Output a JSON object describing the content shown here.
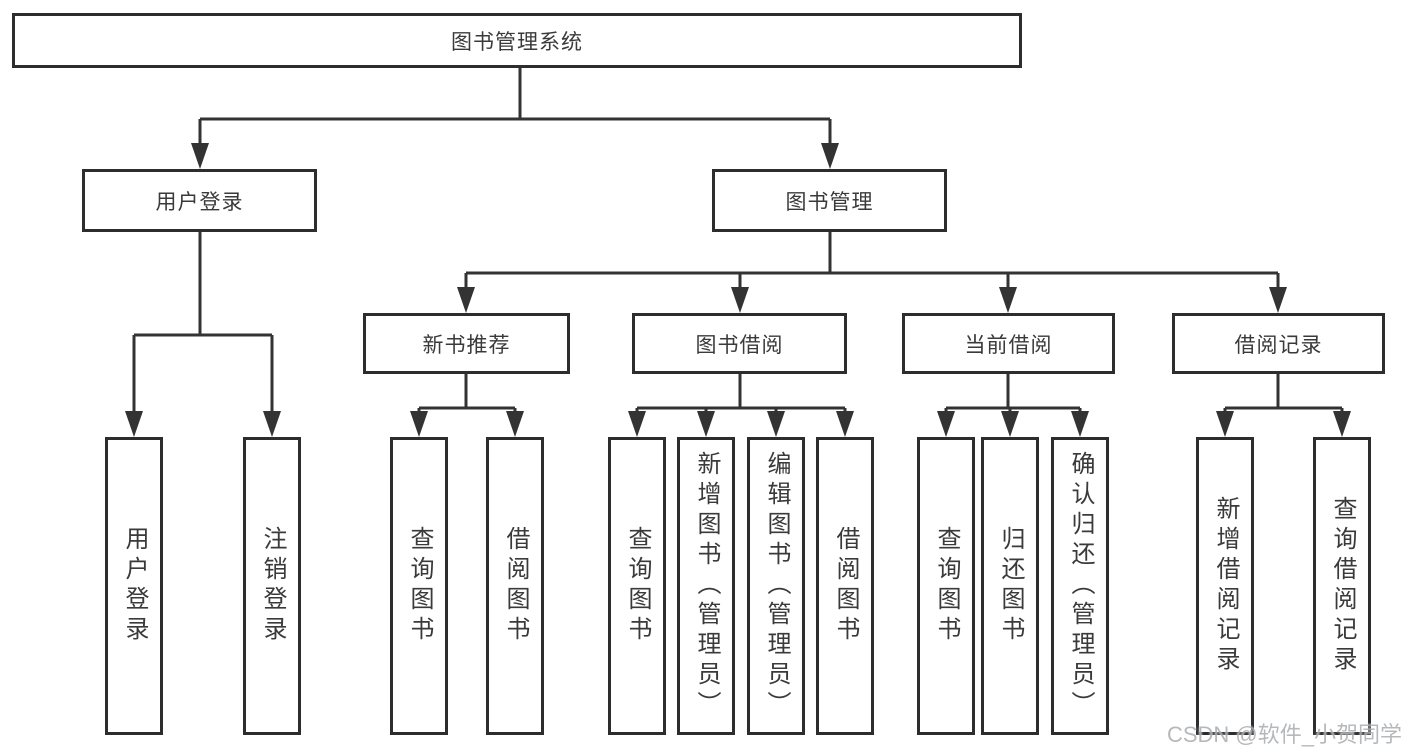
{
  "tree": {
    "root": "图书管理系统",
    "children": [
      {
        "label": "用户登录",
        "children": [
          "用户登录",
          "注销登录"
        ]
      },
      {
        "label": "图书管理",
        "children": [
          {
            "label": "新书推荐",
            "children": [
              "查询图书",
              "借阅图书"
            ]
          },
          {
            "label": "图书借阅",
            "children": [
              "查询图书",
              "新增图书（管理员）",
              "编辑图书（管理员）",
              "借阅图书"
            ]
          },
          {
            "label": "当前借阅",
            "children": [
              "查询图书",
              "归还图书",
              "确认归还（管理员）"
            ]
          },
          {
            "label": "借阅记录",
            "children": [
              "新增借阅记录",
              "查询借阅记录"
            ]
          }
        ]
      }
    ]
  },
  "watermark": "CSDN @软件_小贺同学",
  "colors": {
    "line": "#333333",
    "box_border": "#2d2d2d",
    "text": "#3a3a3a",
    "watermark": "#9ea2a6",
    "background": "#ffffff"
  }
}
